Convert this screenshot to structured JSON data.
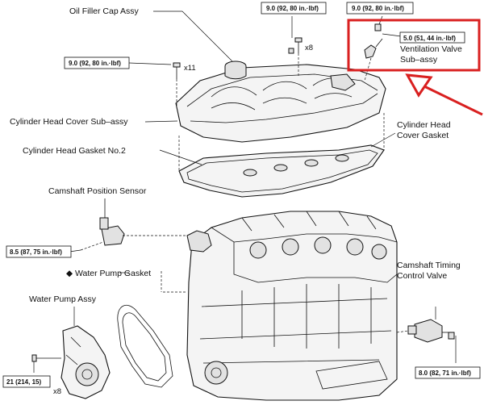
{
  "labels": {
    "oil_filler_cap": "Oil Filler Cap Assy",
    "cylinder_head_cover": "Cylinder Head Cover Sub–assy",
    "cylinder_head_gasket_no2": "Cylinder Head Gasket No.2",
    "cylinder_head_cover_gasket_line1": "Cylinder Head",
    "cylinder_head_cover_gasket_line2": "Cover Gasket",
    "ventilation_valve_line1": "Ventilation Valve",
    "ventilation_valve_line2": "Sub–assy",
    "camshaft_position_sensor": "Camshaft Position Sensor",
    "water_pump_gasket": "◆ Water Pump Gasket",
    "water_pump_assy": "Water Pump Assy",
    "camshaft_timing_valve_line1": "Camshaft Timing",
    "camshaft_timing_valve_line2": "Control Valve"
  },
  "torque_specs": {
    "top_center": "9.0 (92, 80 in.·lbf)",
    "top_right": "9.0 (92, 80 in.·lbf)",
    "ventilation_valve": "5.0 (51, 44 in.·lbf)",
    "cover_left": "9.0 (92, 80 in.·lbf)",
    "sensor": "8.5 (87, 75 in.·lbf)",
    "water_pump": "21 (214, 15)",
    "timing_valve": "8.0 (82, 71 in.·lbf)"
  },
  "counts": {
    "cover_bolts_left": "x11",
    "cover_bolts_top": "x8",
    "water_pump_bolts": "x8"
  },
  "highlight": {
    "color": "#d92020"
  }
}
